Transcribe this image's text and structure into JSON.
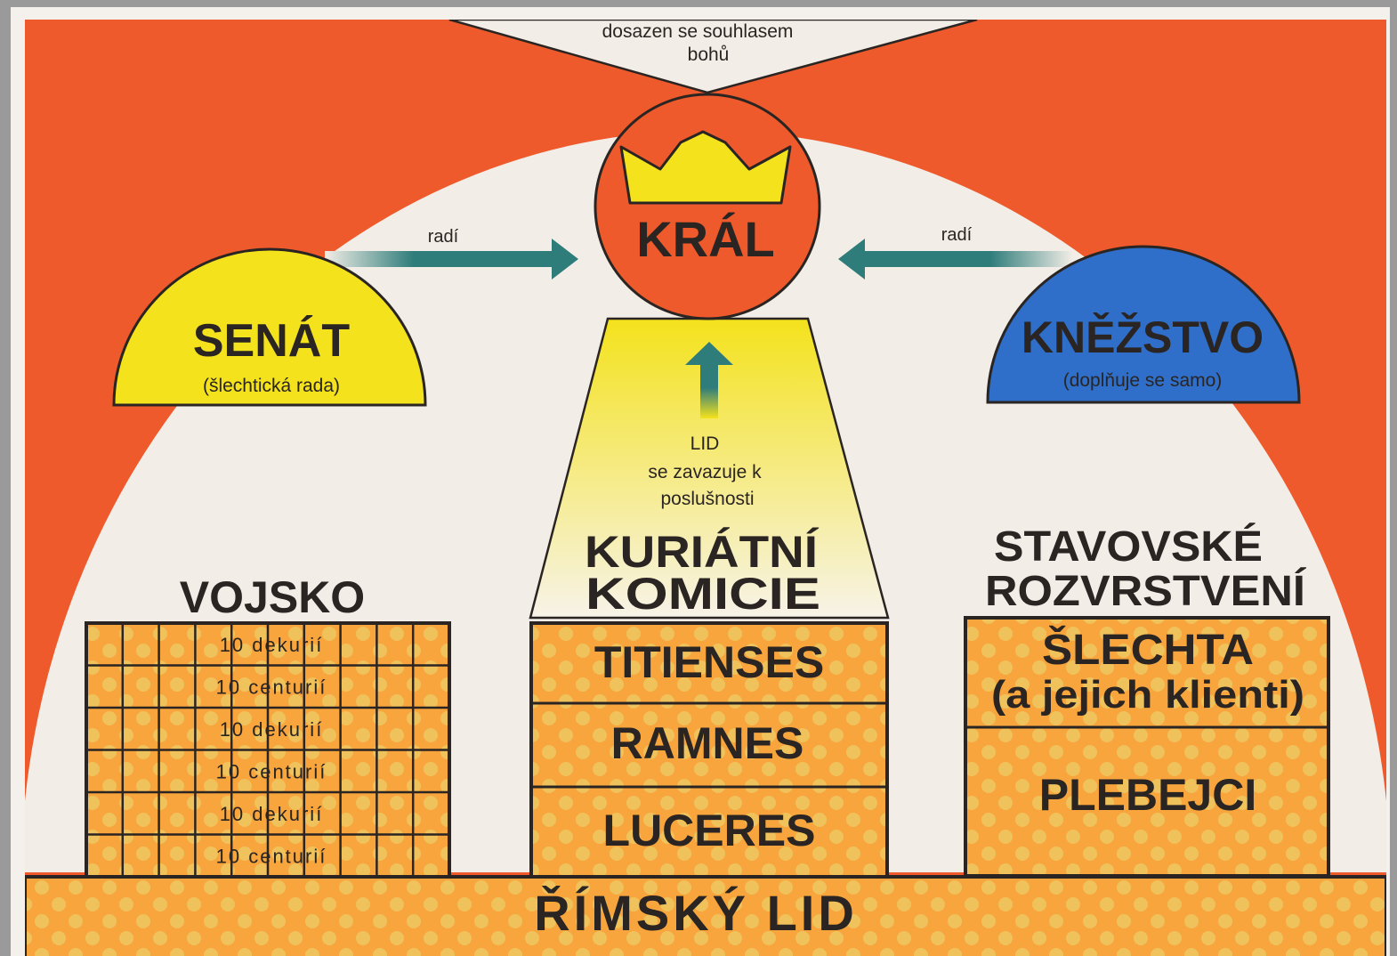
{
  "top_note": {
    "line1": "dosazen se souhlasem",
    "line2": "bohů"
  },
  "king": {
    "label": "KRÁL"
  },
  "senate": {
    "title": "SENÁT",
    "subtitle": "(šlechtická rada)"
  },
  "priesthood": {
    "title": "KNĚŽSTVO",
    "subtitle": "(doplňuje se samo)"
  },
  "advise_left": {
    "label": "radí"
  },
  "advise_right": {
    "label": "radí"
  },
  "people_note": {
    "line1": "LID",
    "line2": "se zavazuje k",
    "line3": "poslušnosti"
  },
  "army": {
    "title": "VOJSKO",
    "rows": [
      "10 dekurií",
      "10 centurií",
      "10 dekurií",
      "10 centurií",
      "10 dekurií",
      "10 centurií"
    ]
  },
  "comitia": {
    "title_line1": "KURIÁTNÍ",
    "title_line2": "KOMICIE",
    "tribes": [
      "TITIENSES",
      "RAMNES",
      "LUCERES"
    ]
  },
  "estates": {
    "title_line1": "STAVOVSKÉ",
    "title_line2": "ROZVRSTVENÍ",
    "nobility_line1": "ŠLECHTA",
    "nobility_line2": "(a jejich klienti)",
    "plebeians": "PLEBEJCI"
  },
  "base": {
    "label": "ŘÍMSKÝ LID"
  },
  "colors": {
    "orange": "#ee5a2b",
    "cream": "#f2ede6",
    "yellow": "#f4e21c",
    "blue": "#2f6fc9",
    "dot_bg": "#f7a53c",
    "dot": "#f0c25c",
    "arrow": "#2f7d7b",
    "ink": "#2a2522"
  }
}
